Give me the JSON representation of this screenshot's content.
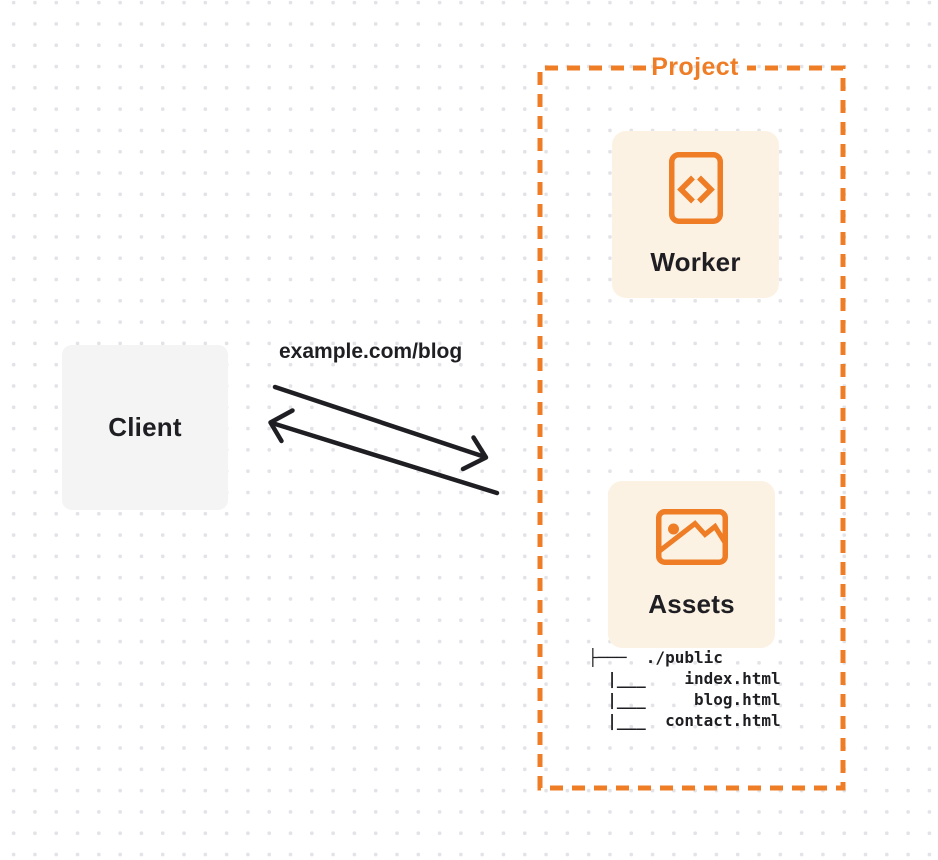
{
  "diagram": {
    "client": {
      "label": "Client"
    },
    "request": {
      "label": "example.com/blog"
    },
    "project": {
      "label": "Project",
      "worker": {
        "label": "Worker",
        "icon": "code-icon"
      },
      "assets": {
        "label": "Assets",
        "icon": "image-icon",
        "file_tree_text": "├───  ./public\n  |___    index.html\n  |___     blog.html\n  |___  contact.html",
        "files": [
          "./public",
          "index.html",
          "blog.html",
          "contact.html"
        ]
      }
    },
    "colors": {
      "accent": "#EE7D26",
      "card_bg": "#FCF2E4",
      "client_bg": "#F4F4F5",
      "ink": "#1F1F23",
      "dot": "#E3E3E7",
      "bg": "#FFFFFF"
    }
  }
}
